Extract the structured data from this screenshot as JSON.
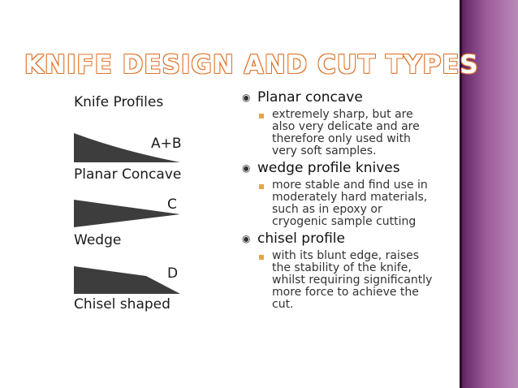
{
  "slide": {
    "title": "KNIFE DESIGN AND CUT TYPES",
    "colors": {
      "accent_orange": "#e0742b",
      "bullet_square": "#e8a44a",
      "side_bar": "#7a3a7a"
    }
  },
  "figure": {
    "heading": "Knife Profiles",
    "profiles": [
      {
        "letter": "A+B",
        "name": "Planar Concave"
      },
      {
        "letter": "C",
        "name": "Wedge"
      },
      {
        "letter": "D",
        "name": "Chisel shaped"
      }
    ]
  },
  "bullets": [
    {
      "icon": "circle-bullet-icon",
      "text": "Planar concave",
      "sub": [
        "extremely sharp, but are also very delicate and are therefore only used with very soft samples."
      ]
    },
    {
      "icon": "circle-bullet-icon",
      "text": "wedge profile knives",
      "sub": [
        "more stable and find use in moderately hard materials, such as in epoxy or cryogenic sample cutting"
      ]
    },
    {
      "icon": "circle-bullet-icon",
      "text": "chisel profile",
      "sub": [
        "with its blunt edge, raises the stability of the knife, whilst requiring significantly more force to achieve the cut."
      ]
    }
  ]
}
